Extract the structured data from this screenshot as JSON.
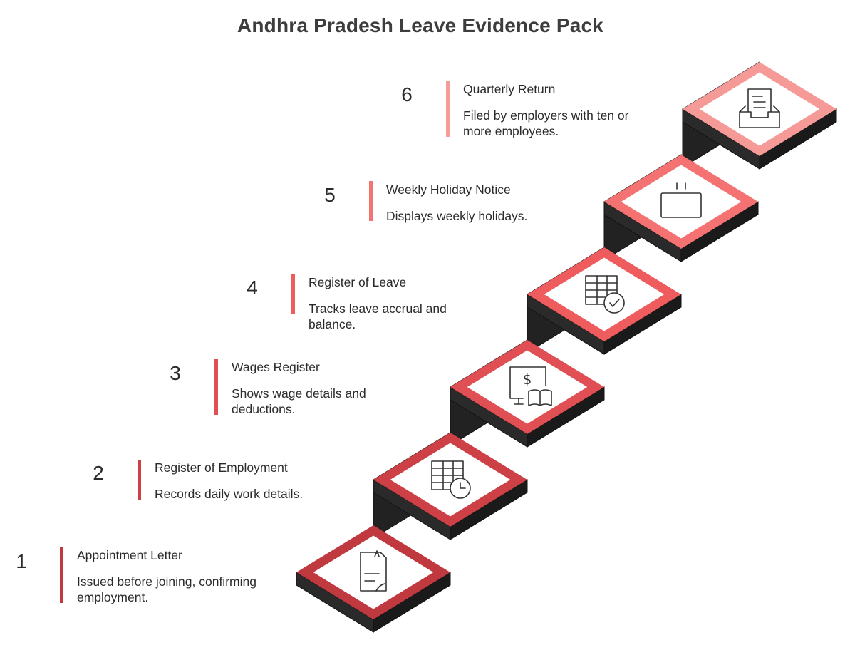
{
  "title": "Andhra Pradesh Leave Evidence Pack",
  "steps": [
    {
      "number": "1",
      "label": "Appointment Letter",
      "description": "Issued before joining, confirming employment.",
      "color": "#c0393f",
      "icon": "signed-document-icon"
    },
    {
      "number": "2",
      "label": "Register of Employment",
      "description": "Records daily work details.",
      "color": "#cd4146",
      "icon": "table-clock-icon"
    },
    {
      "number": "3",
      "label": "Wages Register",
      "description": "Shows wage details and deductions.",
      "color": "#df4f53",
      "icon": "monitor-dollar-book-icon"
    },
    {
      "number": "4",
      "label": "Register of Leave",
      "description": "Tracks leave accrual and balance.",
      "color": "#ef5c5e",
      "icon": "table-check-icon"
    },
    {
      "number": "5",
      "label": "Weekly Holiday Notice",
      "description": "Displays weekly holidays.",
      "color": "#f57272",
      "icon": "notice-board-icon"
    },
    {
      "number": "6",
      "label": "Quarterly Return",
      "description": "Filed by employers with ten or more employees.",
      "color": "#f69a98",
      "icon": "inbox-tray-document-icon"
    }
  ]
}
